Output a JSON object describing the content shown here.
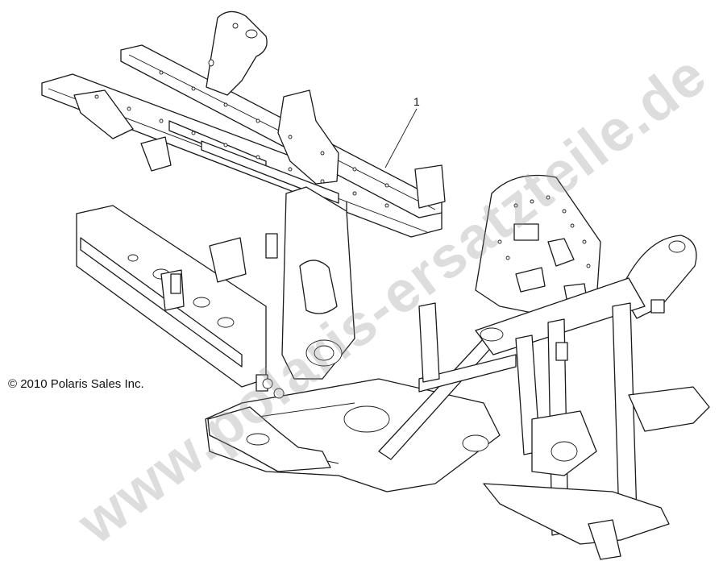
{
  "diagram": {
    "callout": "1",
    "copyright": "© 2010 Polaris Sales Inc.",
    "watermark": "www.polaris-ersatzteile.de"
  },
  "colors": {
    "line": "#1a1a1a",
    "background": "#ffffff",
    "watermark": "#9a9a9a"
  }
}
